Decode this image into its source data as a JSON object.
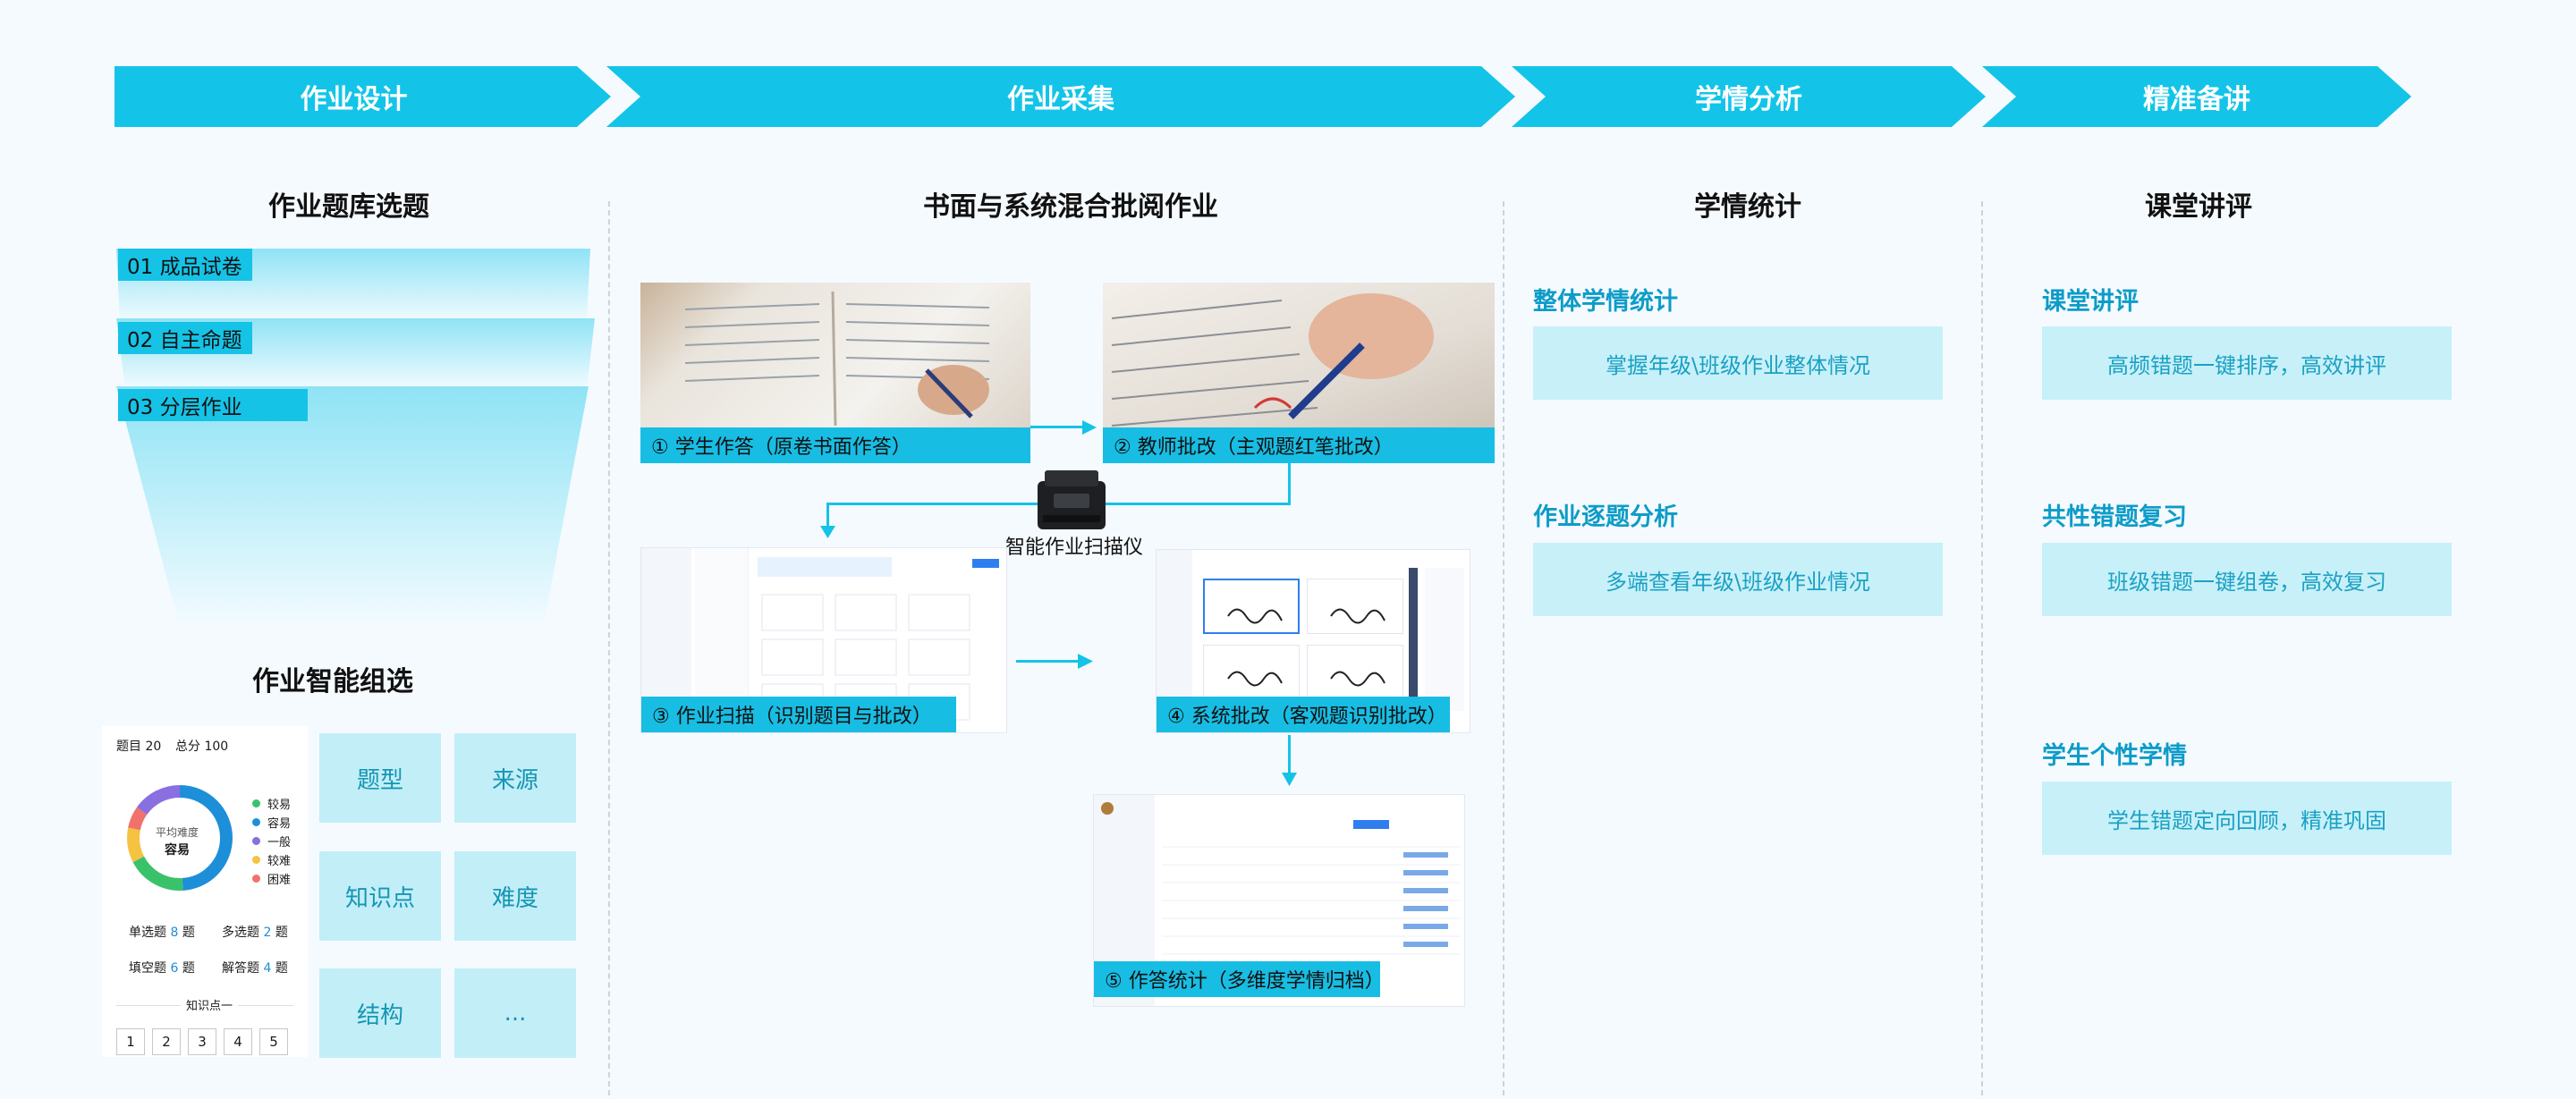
{
  "stages": [
    "作业设计",
    "作业采集",
    "学情分析",
    "精准备讲"
  ],
  "design": {
    "bank_title": "作业题库选题",
    "tiers": [
      "01 成品试卷",
      "02 自主命题",
      "03 分层作业"
    ],
    "smart_title": "作业智能组选",
    "card": {
      "count_label": "题目 20",
      "score_label": "总分 100",
      "donut_caption": "平均难度",
      "donut_value": "容易",
      "legend": [
        "较易",
        "容易",
        "一般",
        "较难",
        "困难"
      ],
      "legend_colors": [
        "#3ac26b",
        "#1d8fd8",
        "#8a6fe0",
        "#f5c242",
        "#f0726b"
      ],
      "stats": [
        {
          "pre": "单选题",
          "num": "8",
          "post": "题"
        },
        {
          "pre": "多选题",
          "num": "2",
          "post": "题"
        },
        {
          "pre": "填空题",
          "num": "6",
          "post": "题"
        },
        {
          "pre": "解答题",
          "num": "4",
          "post": "题"
        }
      ],
      "knowledge_label": "知识点一",
      "pages": [
        "1",
        "2",
        "3",
        "4",
        "5"
      ]
    },
    "filters": [
      "题型",
      "来源",
      "知识点",
      "难度",
      "结构",
      "..."
    ]
  },
  "collect": {
    "title": "书面与系统混合批阅作业",
    "steps": [
      "① 学生作答（原卷书面作答）",
      "② 教师批改（主观题红笔批改）",
      "③ 作业扫描（识别题目与批改）",
      "④ 系统批改（客观题识别批改）",
      "⑤ 作答统计（多维度学情归档）"
    ],
    "scanner_label": "智能作业扫描仪"
  },
  "analysis": {
    "title": "学情统计",
    "items": [
      {
        "subtitle": "整体学情统计",
        "desc": "掌握年级\\班级作业整体情况"
      },
      {
        "subtitle": "作业逐题分析",
        "desc": "多端查看年级\\班级作业情况"
      }
    ]
  },
  "lecture": {
    "title": "课堂讲评",
    "items": [
      {
        "subtitle": "课堂讲评",
        "desc": "高频错题一键排序，高效讲评"
      },
      {
        "subtitle": "共性错题复习",
        "desc": "班级错题一键组卷，高效复习"
      },
      {
        "subtitle": "学生个性学情",
        "desc": "学生错题定向回顾，精准巩固"
      }
    ]
  },
  "colors": {
    "accent": "#13c4e8",
    "box_bg": "#c2eef8",
    "box_text": "#1596b3",
    "subtitle": "#0d9cc8"
  }
}
